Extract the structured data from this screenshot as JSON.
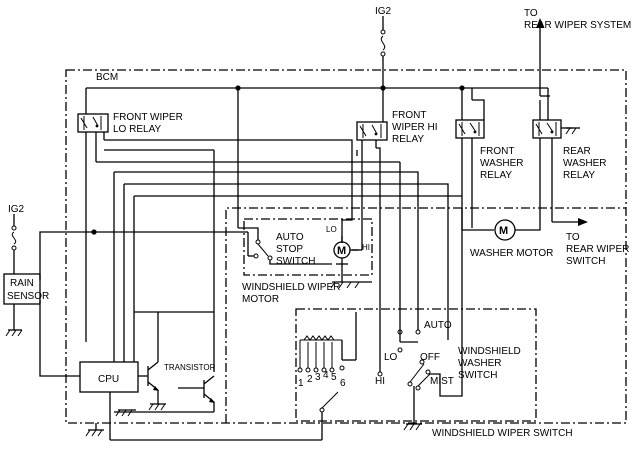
{
  "labels": {
    "ig2_top": "IG2",
    "ig2_left": "IG2",
    "to_rear_wiper_system_1": "TO",
    "to_rear_wiper_system_2": "REAR WIPER SYSTEM",
    "bcm": "BCM",
    "front_wiper_lo_relay_1": "FRONT WIPER",
    "front_wiper_lo_relay_2": "LO RELAY",
    "front_wiper_hi_relay_1": "FRONT",
    "front_wiper_hi_relay_2": "WIPER HI",
    "front_wiper_hi_relay_3": "RELAY",
    "front_washer_relay_1": "FRONT",
    "front_washer_relay_2": "WASHER",
    "front_washer_relay_3": "RELAY",
    "rear_washer_relay_1": "REAR",
    "rear_washer_relay_2": "WASHER",
    "rear_washer_relay_3": "RELAY",
    "to_rear_wiper_switch_1": "TO",
    "to_rear_wiper_switch_2": "REAR WIPER",
    "to_rear_wiper_switch_3": "SWITCH",
    "washer_motor": "WASHER MOTOR",
    "auto_stop_switch_1": "AUTO",
    "auto_stop_switch_2": "STOP",
    "auto_stop_switch_3": "SWITCH",
    "motor_lo": "LO",
    "motor_hi": "HI",
    "motor_symbol": "M",
    "washer_motor_symbol": "M",
    "windshield_wiper_motor_1": "WINDSHIELD WIPER",
    "windshield_wiper_motor_2": "MOTOR",
    "rain_sensor_1": "RAIN",
    "rain_sensor_2": "SENSOR",
    "cpu": "CPU",
    "transistor": "TRANSISTOR",
    "sw_auto": "AUTO",
    "sw_lo": "LO",
    "sw_off": "OFF",
    "sw_hi": "HI",
    "sw_mist": "MIST",
    "sw_int_1": "1",
    "sw_int_2": "2",
    "sw_int_3": "3",
    "sw_int_4": "4",
    "sw_int_5": "5",
    "sw_int_6": "6",
    "windshield_washer_switch_1": "WINDSHIELD",
    "windshield_washer_switch_2": "WASHER",
    "windshield_washer_switch_3": "SWITCH",
    "windshield_wiper_switch": "WINDSHIELD WIPER SWITCH"
  }
}
